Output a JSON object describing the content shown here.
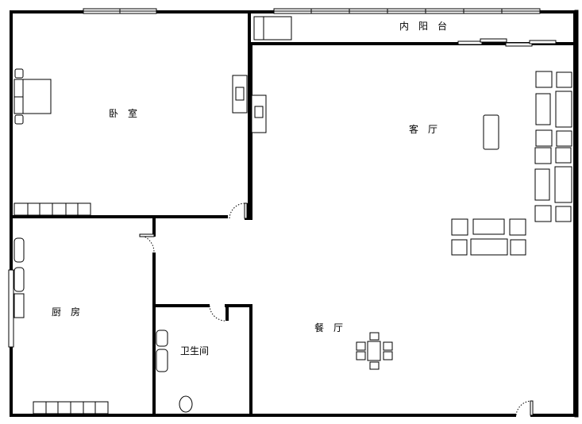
{
  "rooms": {
    "balcony": "内　阳　台",
    "bedroom": "卧　室",
    "living": "客　厅",
    "kitchen": "厨　房",
    "dining": "餐　厅",
    "bathroom": "卫生间"
  }
}
